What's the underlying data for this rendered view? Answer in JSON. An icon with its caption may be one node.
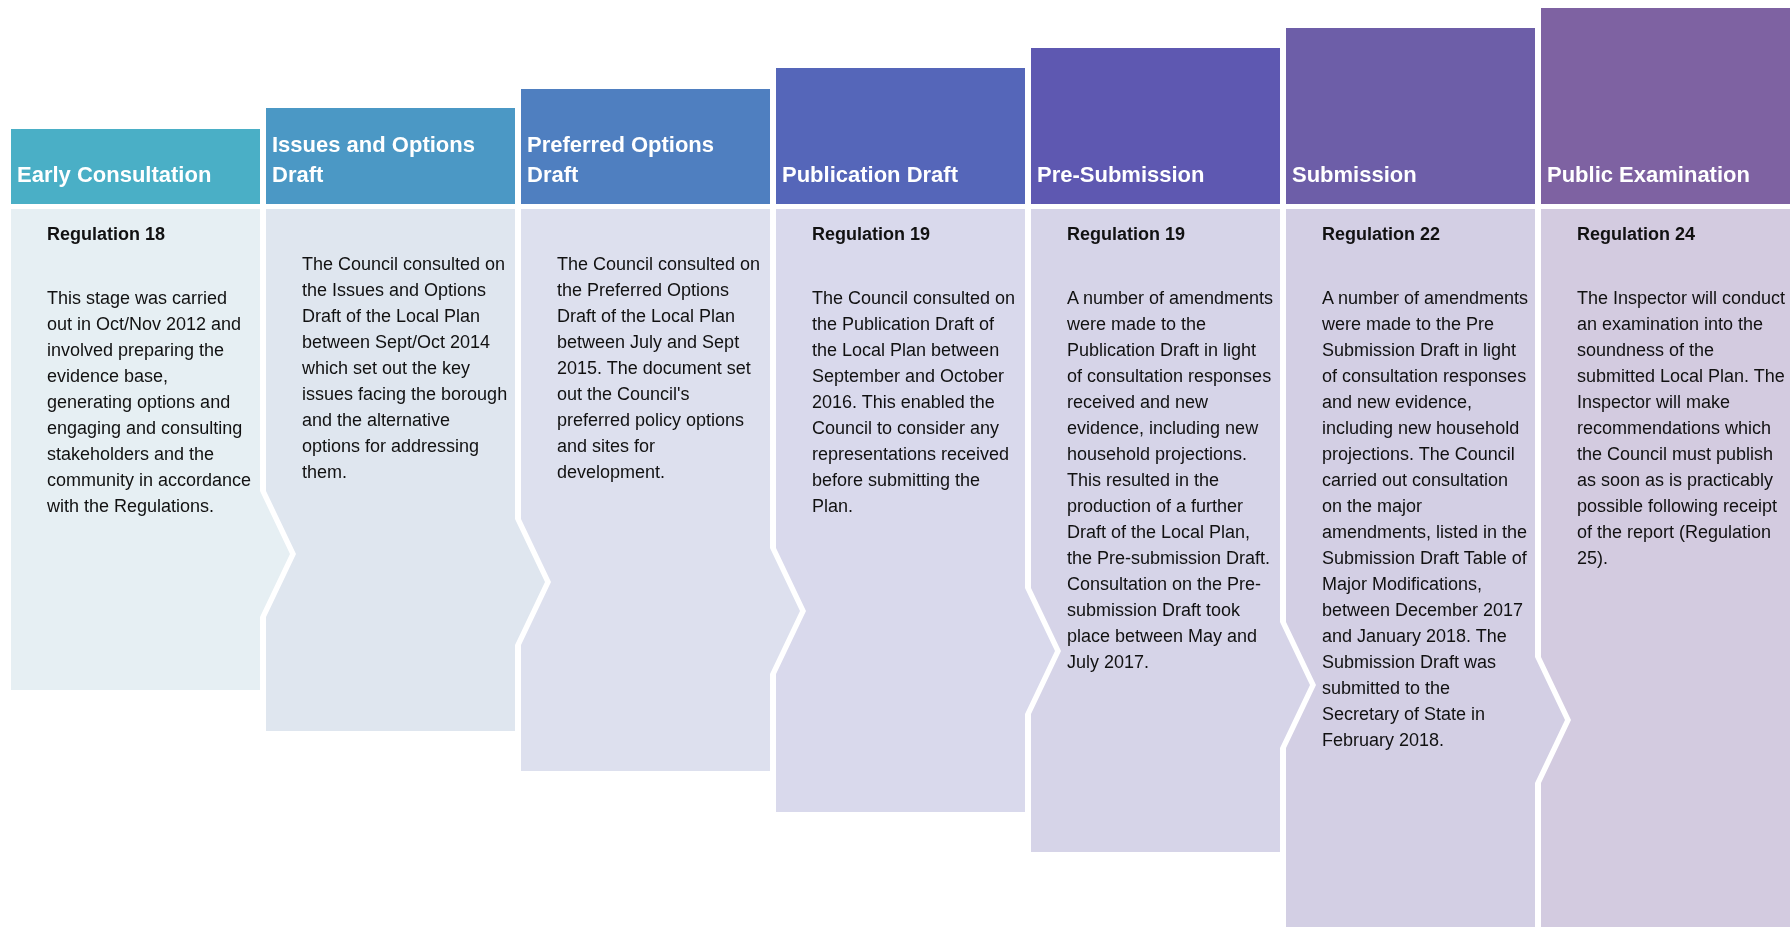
{
  "diagram": {
    "nodes": [
      {
        "text": [
          "Early Consultation"
        ]
      },
      {
        "text": [
          "Regulation 18",
          "This stage was carried out in Oct/Nov 2012 and involved preparing the evidence base, generating options and engaging and consulting stakeholders and the community in accordance with the Regulations."
        ]
      },
      {
        "text": [
          "Issues and Options Draft"
        ]
      },
      {
        "text": [
          "The Council consulted on the Issues and Options Draft of the Local Plan between Sept/Oct 2014 which set out the key issues facing the borough and the alternative options for addressing them."
        ]
      },
      {
        "text": [
          "Preferred Options Draft"
        ]
      },
      {
        "text": [
          "The Council consulted on the Preferred Options Draft of the Local Plan between July and Sept 2015. The document set out the Council's preferred policy options and sites for development."
        ]
      },
      {
        "text": [
          "Publication Draft"
        ]
      },
      {
        "text": [
          "Regulation 19",
          "The Council consulted on the Publication Draft of the Local Plan between September and October 2016. This enabled the Council to consider any representations received before submitting the Plan."
        ]
      },
      {
        "text": [
          "Pre-Submission"
        ]
      },
      {
        "text": [
          "Regulation 19",
          "A number of amendments were made to the Publication Draft in light of consultation responses received and new evidence, including new household projections. This resulted in the production of a further Draft of the Local Plan, the Pre-submission Draft. Consultation on the Pre-submission Draft took place between May and July 2017."
        ]
      },
      {
        "text": [
          "Submission"
        ]
      },
      {
        "text": [
          "Regulation 22",
          "A number of amendments were made to the Pre Submission Draft in light of consultation responses and new evidence, including new household projections. The Council carried out consultation on the major amendments, listed in the Submission Draft Table of Major Modifications, between December 2017 and January 2018. The Submission Draft was submitted to the Secretary of State in February 2018."
        ]
      },
      {
        "text": [
          "Public Examination"
        ]
      },
      {
        "text": [
          "Regulation 24",
          "The Inspector will conduct an examination into the soundness of the submitted Local Plan. The Inspector will make recommendations which the Council must publish as soon as is practicably possible following receipt of the report (Regulation 25)."
        ]
      }
    ]
  }
}
